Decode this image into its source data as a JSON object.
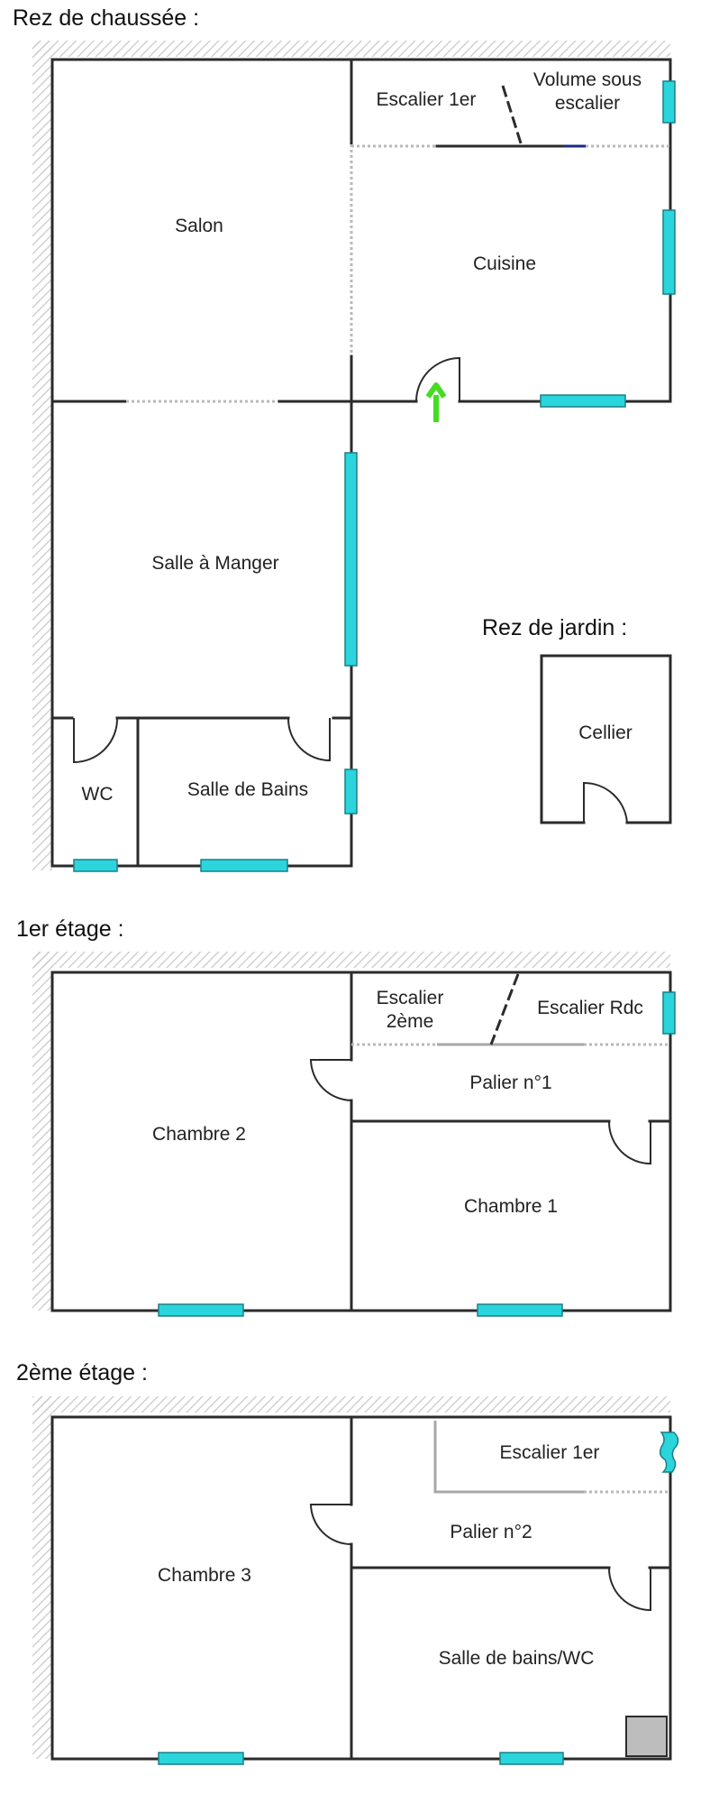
{
  "sections": {
    "rdc": "Rez de chaussée :",
    "jardin": "Rez de jardin :",
    "etage1": "1er étage :",
    "etage2": "2ème étage :"
  },
  "rooms": {
    "rdc": {
      "escalier_1er": "Escalier 1er",
      "volume_line1": "Volume sous",
      "volume_line2": "escalier",
      "salon": "Salon",
      "cuisine": "Cuisine",
      "salle_a_manger": "Salle à Manger",
      "wc": "WC",
      "salle_de_bains": "Salle de Bains"
    },
    "jardin": {
      "cellier": "Cellier"
    },
    "etage1": {
      "escalier_line1": "Escalier",
      "escalier_line2": "2ème",
      "escalier_rdc": "Escalier Rdc",
      "palier": "Palier n°1",
      "chambre2": "Chambre 2",
      "chambre1": "Chambre 1"
    },
    "etage2": {
      "escalier_1er": "Escalier 1er",
      "palier": "Palier n°2",
      "chambre3": "Chambre 3",
      "sdb_wc": "Salle de bains/WC"
    }
  },
  "colors": {
    "wall": "#2b2b2b",
    "window": "#2ad5dc",
    "entrance_arrow": "#44dd22",
    "hatch": "#c8c8c8",
    "shower": "#bdbdbd"
  }
}
